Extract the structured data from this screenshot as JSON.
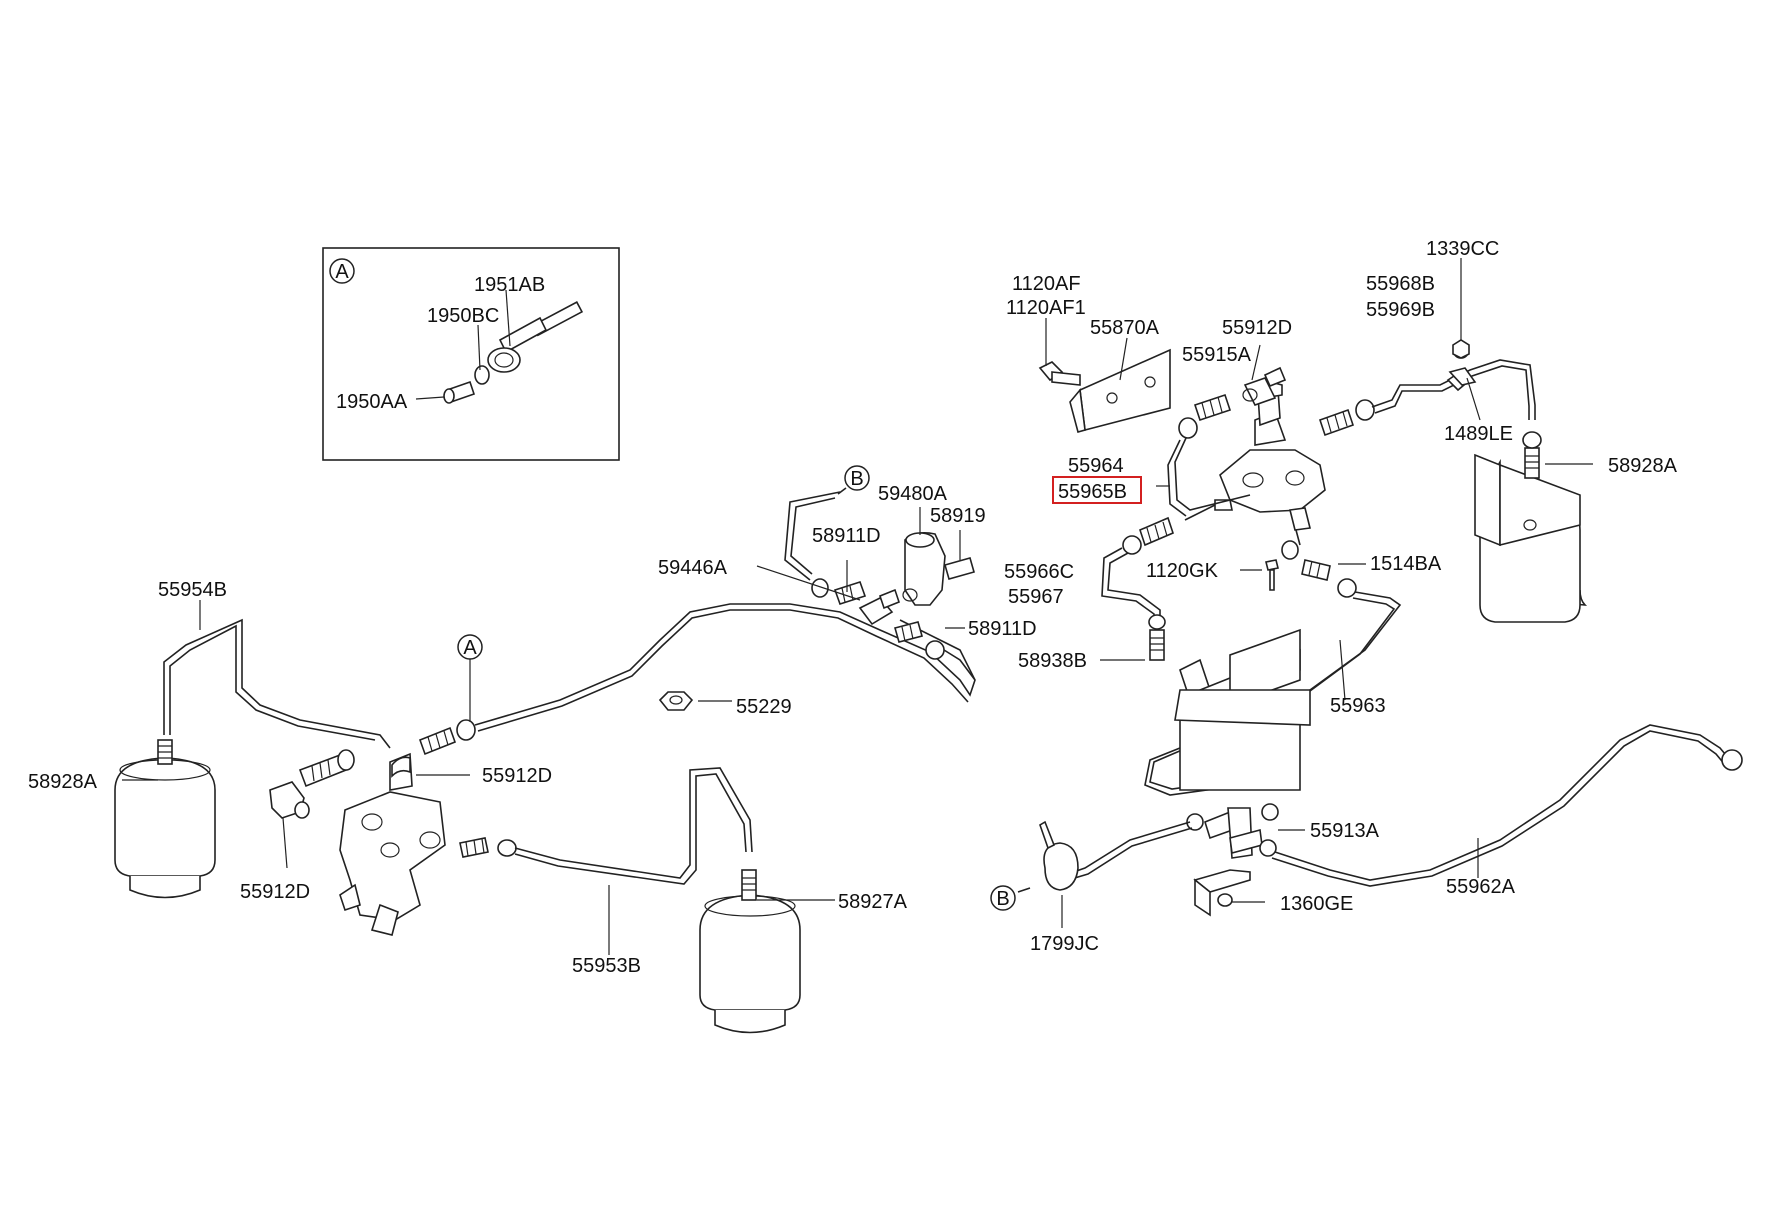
{
  "diagram": {
    "highlight_color": "#d32020",
    "inset": {
      "marker": "A",
      "labels": [
        "1951AB",
        "1950BC",
        "1950AA"
      ]
    },
    "markers": {
      "a_upper": "A",
      "b_upper": "B",
      "b_lower": "B"
    },
    "labels": {
      "p55954B": "55954B",
      "p58928A_left": "58928A",
      "p55912D_mid": "55912D",
      "p55912D_left": "55912D",
      "p55229": "55229",
      "p59446A": "59446A",
      "p58911D_top": "58911D",
      "p58911D_bot": "58911D",
      "p59480A": "59480A",
      "p58919": "58919",
      "p58927A": "58927A",
      "p55953B": "55953B",
      "p1120AF": "1120AF",
      "p1120AF1": "1120AF1",
      "p55870A": "55870A",
      "p55912D_right": "55912D",
      "p55915A": "55915A",
      "p55964": "55964",
      "p55965B": "55965B",
      "p55966C": "55966C",
      "p55967": "55967",
      "p1120GK": "1120GK",
      "p1514BA": "1514BA",
      "p58938B": "58938B",
      "p55963": "55963",
      "p55968B": "55968B",
      "p55969B": "55969B",
      "p1339CC": "1339CC",
      "p1489LE": "1489LE",
      "p58928A_right": "58928A",
      "p55913A": "55913A",
      "p55962A": "55962A",
      "p1360GE": "1360GE",
      "p1799JC": "1799JC"
    }
  }
}
